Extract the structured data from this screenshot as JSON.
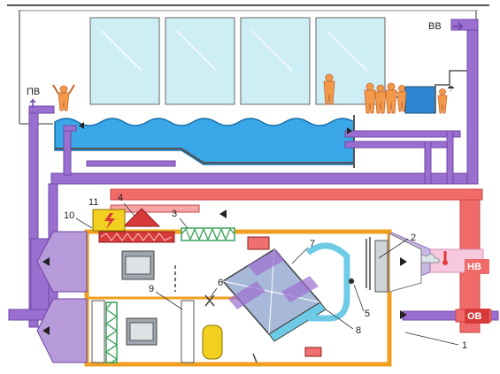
{
  "labels": {
    "pv": "ПВ",
    "vv": "ВВ",
    "nv": "НВ",
    "ov": "ОВ"
  },
  "numbers": {
    "n1": "1",
    "n2": "2",
    "n3": "3",
    "n4": "4",
    "n5": "5",
    "n6": "6",
    "n7": "7",
    "n8": "8",
    "n9": "9",
    "n10": "10",
    "n11": "11"
  },
  "colors": {
    "supply_air": "#9b6fd0",
    "exhaust_air": "#f06a6a",
    "water": "#2f9fe6",
    "heat_exchanger": "#6ecbe6",
    "unit_frame": "#f0a020",
    "filter": "#3aa05a",
    "heater": "#d83a3a",
    "dehumidifier": "#f2d020"
  }
}
